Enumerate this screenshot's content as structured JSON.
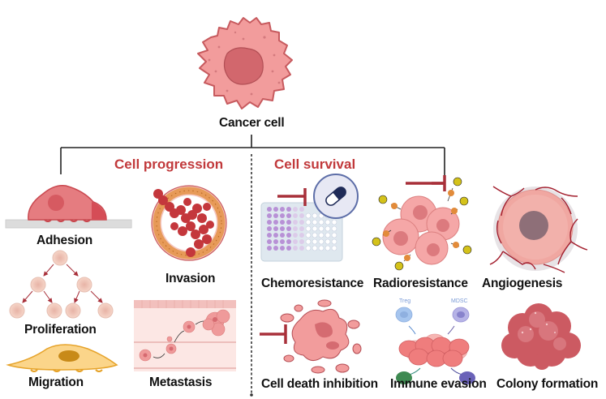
{
  "root": {
    "label": "Cancer cell"
  },
  "sections": {
    "progression": {
      "title": "Cell progression"
    },
    "survival": {
      "title": "Cell survival"
    }
  },
  "progression_items": [
    {
      "label": "Adhesion"
    },
    {
      "label": "Proliferation"
    },
    {
      "label": "Migration"
    },
    {
      "label": "Invasion"
    },
    {
      "label": "Metastasis"
    }
  ],
  "survival_items": [
    {
      "label": "Chemoresistance"
    },
    {
      "label": "Radioresistance"
    },
    {
      "label": "Angiogenesis"
    },
    {
      "label": "Cell death inhibition"
    },
    {
      "label": "Immune evasion"
    },
    {
      "label": "Colony formation"
    }
  ],
  "immune_labels": {
    "treg": "Treg",
    "mdsc": "MDSC"
  },
  "colors": {
    "section_title": "#c1393b",
    "cell_fill": "#f0a0a0",
    "cell_stroke": "#c9575a",
    "nucleus": "#d46f74",
    "inhibit": "#a8303a",
    "line": "#222222"
  }
}
